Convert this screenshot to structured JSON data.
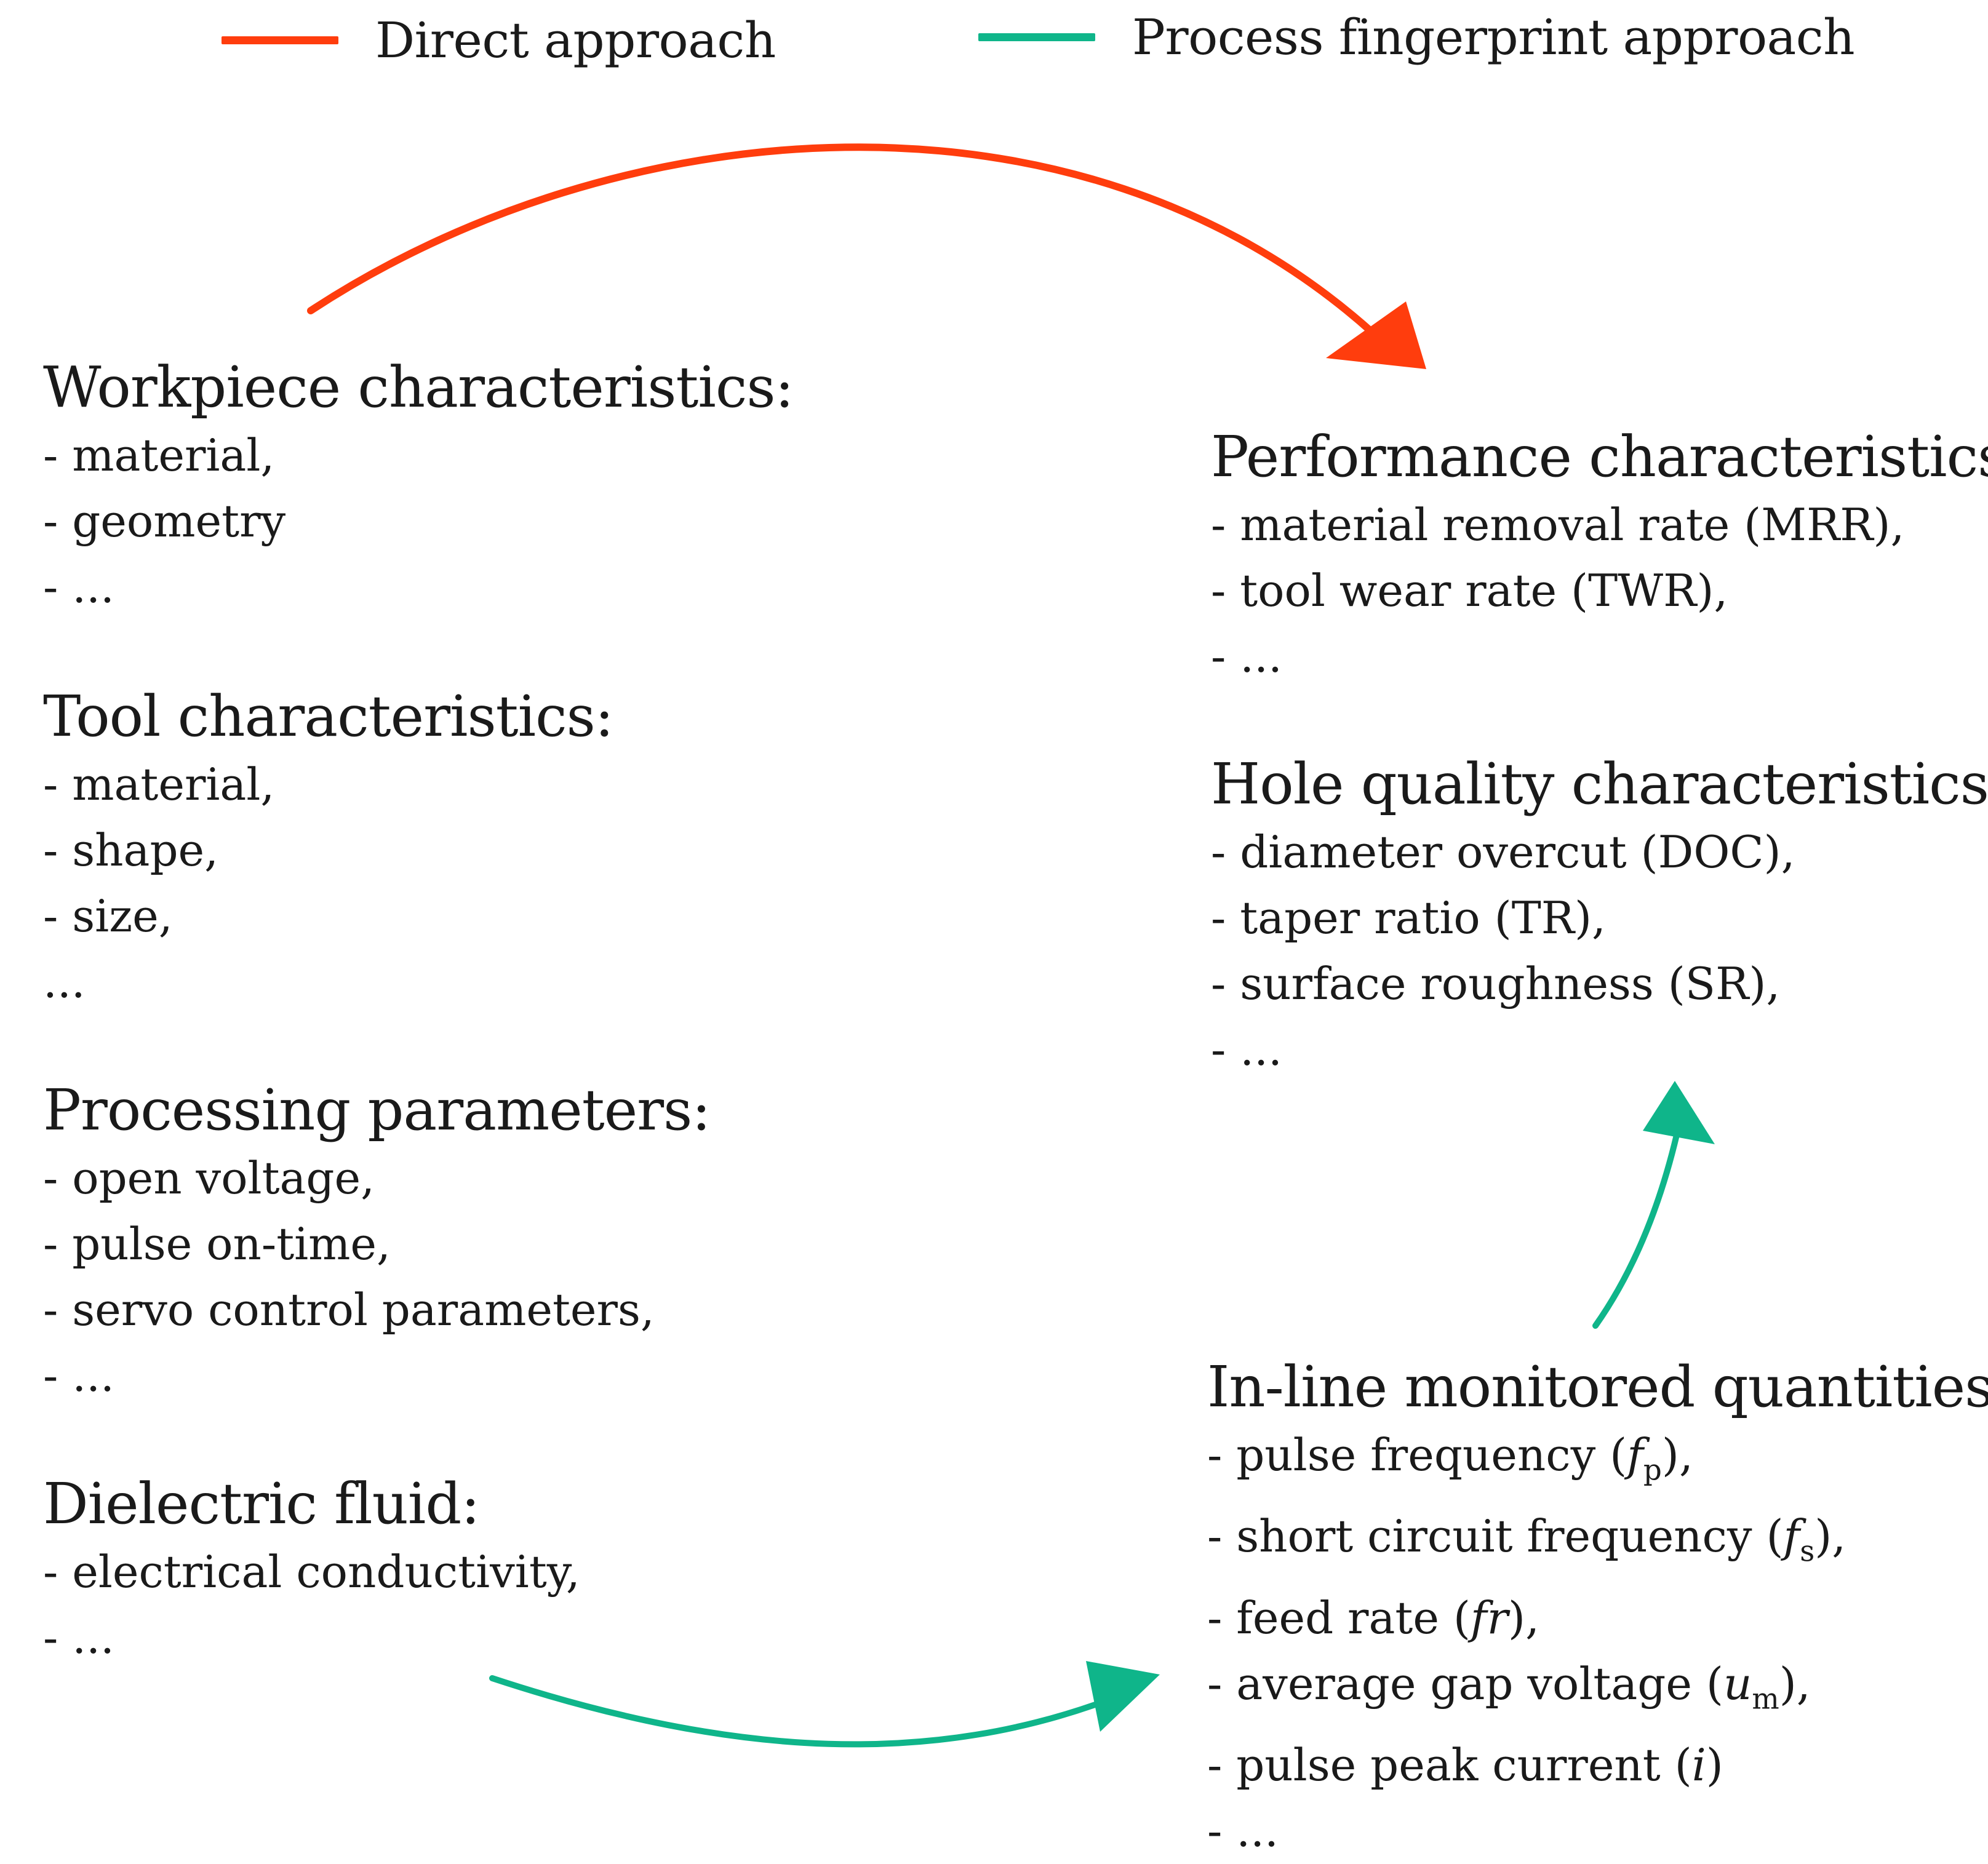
{
  "legend": [
    {
      "label": "Direct approach",
      "color": "#ff3d0d"
    },
    {
      "label": "Process fingerprint approach",
      "color": "#0fb58a"
    }
  ],
  "blocks": {
    "workpiece": {
      "title": "Workpiece characteristics:",
      "items": [
        "- material,",
        "- geometry",
        "- ..."
      ]
    },
    "tool": {
      "title": "Tool characteristics:",
      "items": [
        "- material,",
        "- shape,",
        "- size,",
        "..."
      ]
    },
    "processing": {
      "title": "Processing parameters:",
      "items": [
        "- open voltage,",
        "- pulse on-time,",
        "- servo control parameters,",
        "- ..."
      ]
    },
    "dielectric": {
      "title": "Dielectric fluid:",
      "items": [
        "- electrical conductivity,",
        "- ..."
      ]
    },
    "performance": {
      "title": "Performance characteristics:",
      "items": [
        "- material removal rate (MRR),",
        "- tool wear rate (TWR),",
        "- ..."
      ]
    },
    "hole_quality": {
      "title": "Hole quality characteristics:",
      "items": [
        "- diameter overcut (DOC),",
        "- taper ratio (TR),",
        "- surface roughness (SR),",
        "- ..."
      ]
    },
    "inline": {
      "title": "In-line monitored quantities:",
      "items": [
        {
          "pre": "- pulse frequency (",
          "sym": "f",
          "sub": "p",
          "post": "),"
        },
        {
          "pre": "- short circuit frequency (",
          "sym": "f",
          "sub": "s",
          "post": "),"
        },
        {
          "pre": "- feed rate (",
          "sym": "fr",
          "sub": "",
          "post": "),"
        },
        {
          "pre": "- average gap voltage (",
          "sym": "u",
          "sub": "m",
          "post": "),"
        },
        {
          "pre": "- pulse peak current (",
          "sym": "i",
          "sub": "",
          "post": ")"
        },
        {
          "pre": "- ...",
          "sym": "",
          "sub": "",
          "post": ""
        }
      ]
    }
  },
  "arrows": [
    {
      "id": "direct",
      "color": "#ff3d0d"
    },
    {
      "id": "fingerprint-to-monitored",
      "color": "#0fb58a"
    },
    {
      "id": "fingerprint-to-quality",
      "color": "#0fb58a"
    }
  ]
}
